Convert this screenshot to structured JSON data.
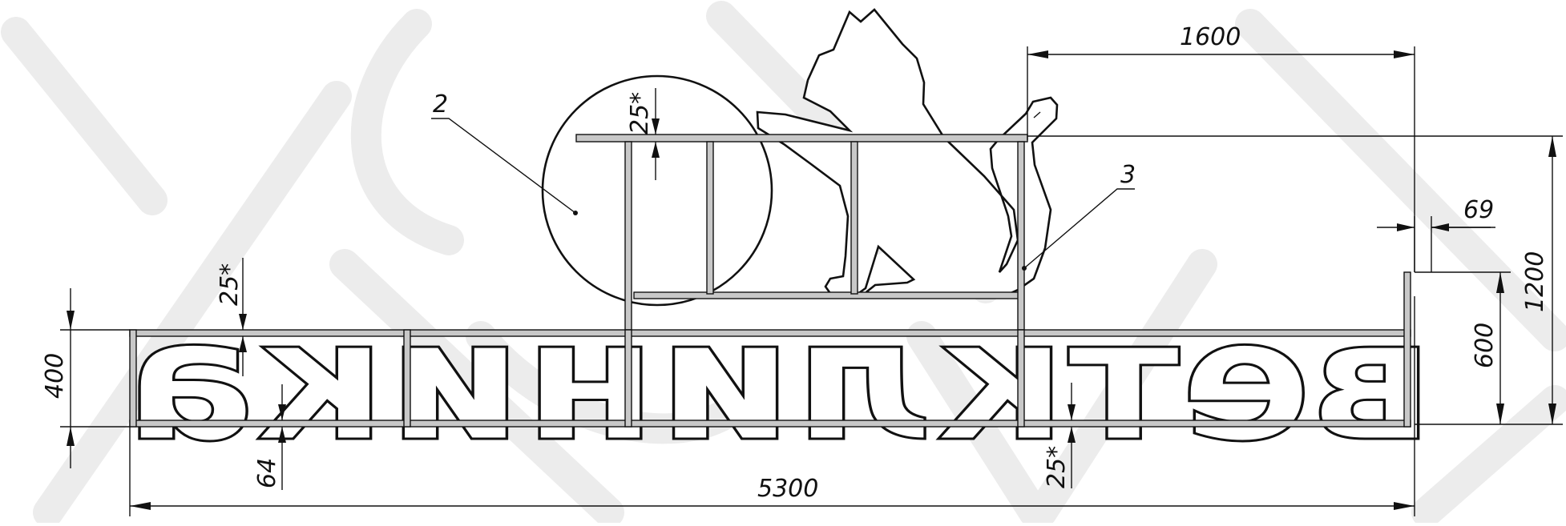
{
  "sign": {
    "text": "ветклиника",
    "mirrored": true
  },
  "dimensions": {
    "width_total": "5300",
    "height_total": "1200",
    "upper_width": "1600",
    "letter_band_height": "400",
    "letter_height_right": "600",
    "right_offset": "69",
    "bar_gap_top": "25*",
    "bar_gap_left": "25*",
    "bar_gap_bottom": "25*",
    "bar_thickness": "64"
  },
  "callouts": {
    "circle": "2",
    "frame": "3"
  },
  "colors": {
    "line": "#111111",
    "frame_fill": "#c8c8c8",
    "watermark": "#ececec"
  }
}
